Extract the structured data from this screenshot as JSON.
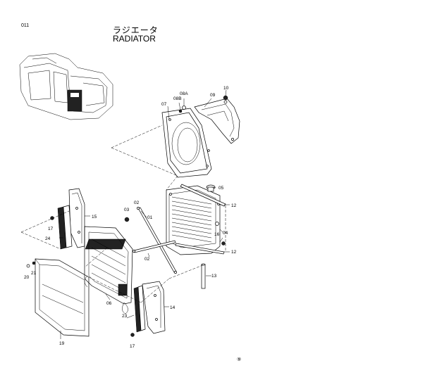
{
  "page_number": "011",
  "title_jp": "ラジエータ",
  "title_en": "RADIATOR",
  "footer_mark": "⑨",
  "parts": {
    "p01": "01",
    "p02a": "02",
    "p02b": "02",
    "p03": "03",
    "p04": "04",
    "p05": "05",
    "p06": "06",
    "p07": "07",
    "p08a": "08A",
    "p08b": "08B",
    "p09": "09",
    "p10": "10",
    "p12a": "12",
    "p12b": "12",
    "p13": "13",
    "p14": "14",
    "p15": "15",
    "p16": "16",
    "p17a": "17",
    "p17b": "17",
    "p19": "19",
    "p20": "20",
    "p21": "21",
    "p23": "23",
    "p24": "24"
  }
}
